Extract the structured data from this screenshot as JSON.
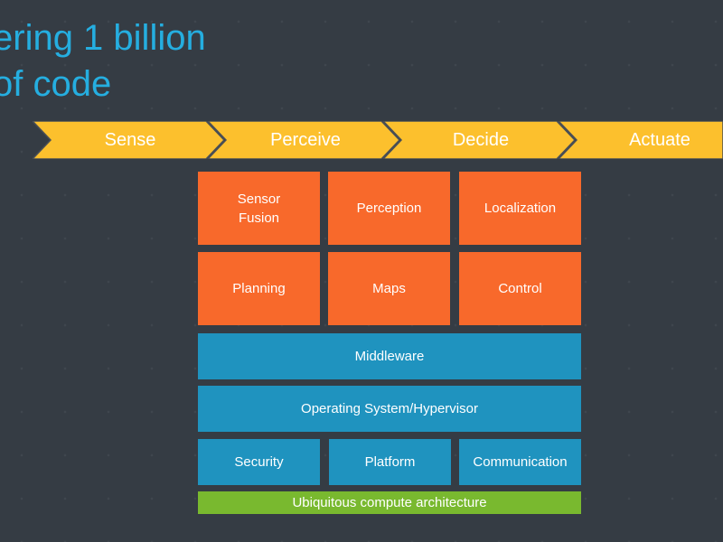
{
  "title": {
    "line1": "ering 1 billion",
    "line2": "of code"
  },
  "pipeline": [
    {
      "label": "Sense"
    },
    {
      "label": "Perceive"
    },
    {
      "label": "Decide"
    },
    {
      "label": "Actuate"
    }
  ],
  "stack": {
    "row1": [
      {
        "line1": "Sensor",
        "line2": "Fusion"
      },
      {
        "label": "Perception"
      },
      {
        "label": "Localization"
      }
    ],
    "row2": [
      {
        "label": "Planning"
      },
      {
        "label": "Maps"
      },
      {
        "label": "Control"
      }
    ],
    "middleware": "Middleware",
    "os": "Operating System/Hypervisor",
    "row3": [
      {
        "label": "Security"
      },
      {
        "label": "Platform"
      },
      {
        "label": "Communication"
      }
    ],
    "base": "Ubiquitous compute architecture"
  },
  "colors": {
    "background": "#353c44",
    "title": "#25aee0",
    "chevron": "#fcc02d",
    "chevron_outline": "#4a4f55",
    "application_layer": "#f8692b",
    "system_layer": "#1f93bf",
    "base_layer": "#79b92f"
  }
}
